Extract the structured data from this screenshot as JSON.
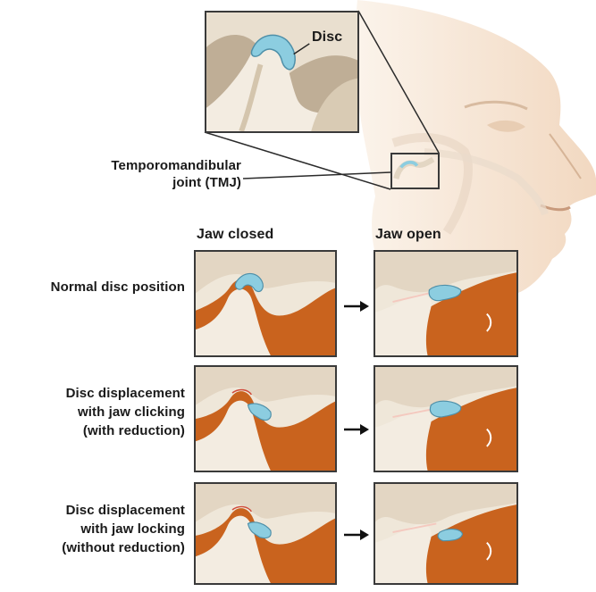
{
  "labels": {
    "disc": "Disc",
    "tmj_line1": "Temporomandibular",
    "tmj_line2": "joint (TMJ)",
    "col_closed": "Jaw closed",
    "col_open": "Jaw open"
  },
  "rows": [
    {
      "lines": [
        "Normal disc position"
      ]
    },
    {
      "lines": [
        "Disc displacement",
        "with jaw clicking",
        "(with reduction)"
      ]
    },
    {
      "lines": [
        "Disc displacement",
        "with jaw locking",
        "(without reduction)"
      ]
    }
  ],
  "colors": {
    "bone": "#f1e9dc",
    "bone_shadow": "#d9cbb4",
    "muscle": "#c9631e",
    "disc": "#8ccde0",
    "skin": "#f3dcc4",
    "frame": "#3a3a3a"
  }
}
